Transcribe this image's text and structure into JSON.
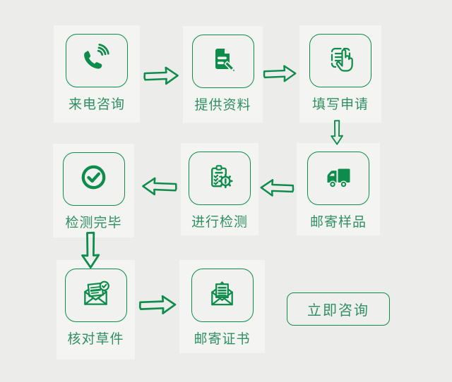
{
  "colors": {
    "page_bg": "#ececea",
    "card_bg": "#f4f4f3",
    "icon_box_bg": "#f1f1ef",
    "accent_green": "#0e8c4c",
    "label_green": "#2f8f63"
  },
  "steps": [
    {
      "order": 1,
      "label": "来电咨询",
      "icon": "phone-icon"
    },
    {
      "order": 2,
      "label": "提供资料",
      "icon": "document-edit-icon"
    },
    {
      "order": 3,
      "label": "填写申请",
      "icon": "form-hand-icon"
    },
    {
      "order": 4,
      "label": "邮寄样品",
      "icon": "truck-icon"
    },
    {
      "order": 5,
      "label": "进行检测",
      "icon": "clipboard-gear-icon"
    },
    {
      "order": 6,
      "label": "检测完毕",
      "icon": "check-circle-icon"
    },
    {
      "order": 7,
      "label": "核对草件",
      "icon": "envelope-check-icon"
    },
    {
      "order": 8,
      "label": "邮寄证书",
      "icon": "envelope-certificate-icon"
    }
  ],
  "arrows": [
    {
      "from": 1,
      "to": 2,
      "direction": "right"
    },
    {
      "from": 2,
      "to": 3,
      "direction": "right"
    },
    {
      "from": 3,
      "to": 4,
      "direction": "down"
    },
    {
      "from": 4,
      "to": 5,
      "direction": "left"
    },
    {
      "from": 5,
      "to": 6,
      "direction": "left"
    },
    {
      "from": 6,
      "to": 7,
      "direction": "down"
    },
    {
      "from": 7,
      "to": 8,
      "direction": "right"
    }
  ],
  "cta": {
    "label": "立即咨询"
  }
}
